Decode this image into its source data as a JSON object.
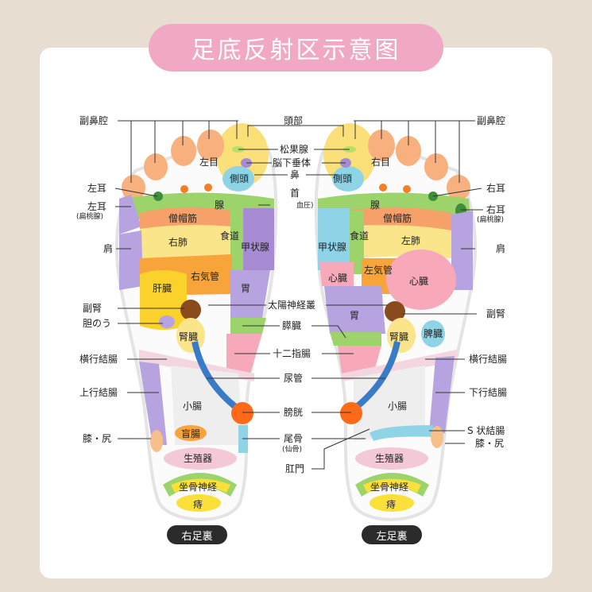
{
  "title": "足底反射区示意图",
  "captions": {
    "right_foot": "右足裏",
    "left_foot": "左足裏"
  },
  "left_side_labels": {
    "sinus": "副鼻腔",
    "ear": "左耳",
    "ear2": "左耳",
    "tonsil": "(扁桃腺)",
    "shoulder": "肩",
    "adrenal": "副腎",
    "gallbladder": "胆のう",
    "transverse_colon": "横行結腸",
    "ascending_colon": "上行結腸",
    "knee_hip": "膝・尻"
  },
  "right_side_labels": {
    "sinus": "副鼻腔",
    "ear": "右耳",
    "ear2": "右耳",
    "tonsil": "(扁桃腺)",
    "shoulder": "肩",
    "adrenal": "副腎",
    "transverse_colon": "横行結腸",
    "descending_colon": "下行結腸",
    "sigmoid_colon": "S 状結腸",
    "knee_hip": "膝・尻"
  },
  "center_labels": {
    "head": "頭部",
    "pineal": "松果腺",
    "pituitary": "脳下垂体",
    "nose": "鼻",
    "neck": "首",
    "blood_pressure": "血圧)",
    "solar_plexus": "太陽神経叢",
    "pancreas": "膵臓",
    "duodenum": "十二指腸",
    "ureter": "尿管",
    "bladder": "膀胱",
    "coccyx": "尾骨",
    "sacrum": "(仙骨)",
    "anus": "肛門"
  },
  "right_foot_zones": {
    "left_eye": "左目",
    "temporal": "側頭",
    "gland": "腺",
    "trapezius": "僧帽筋",
    "right_lung": "右肺",
    "esophagus": "食道",
    "thyroid": "甲状腺",
    "bronchus": "右気管",
    "liver": "肝臓",
    "stomach": "胃",
    "kidney": "腎臓",
    "small_intestine": "小腸",
    "cecum": "盲腸",
    "genital": "生殖器",
    "sciatic": "坐骨神経",
    "hemorrhoid": "痔"
  },
  "left_foot_zones": {
    "right_eye": "右目",
    "temporal": "側頭",
    "gland": "腺",
    "trapezius": "僧帽筋",
    "left_lung": "左肺",
    "thyroid": "甲状腺",
    "esophagus": "食道",
    "bronchus": "左気管",
    "heart_small": "心臓",
    "heart": "心臓",
    "stomach": "胃",
    "kidney": "腎臓",
    "spleen": "脾臓",
    "small_intestine": "小腸",
    "genital": "生殖器",
    "sciatic": "坐骨神経",
    "hemorrhoid": "痔"
  },
  "colors": {
    "background": "#e7ddd1",
    "title_pill": "#f0a8c4",
    "toe": "#f7b07e",
    "lung": "#fbe58a",
    "trapezius": "#f6a06a",
    "liver": "#fbd12b",
    "thyroid": "#a78bd2",
    "lung_blue": "#8fd3e6",
    "green": "#9cd36b",
    "pink": "#f7a9ba",
    "bladder": "#ff6a1a",
    "colon": "#b7a3e0"
  }
}
